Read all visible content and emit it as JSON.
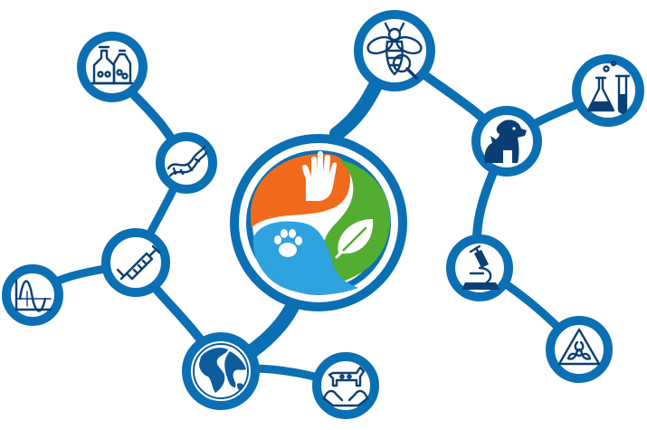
{
  "colors": {
    "network_blue": "#0b6fb3",
    "icon_navy": "#0b3f73",
    "node_white": "#ffffff",
    "segment_orange": "#f26a1b",
    "segment_green": "#53ad31",
    "segment_blue": "#2fa3e0",
    "globe_land": "#0b5d9e",
    "globe_sea": "#ffffff"
  },
  "hub": {
    "segments": [
      {
        "name": "human",
        "icon": "hand-icon",
        "color": "#f26a1b"
      },
      {
        "name": "environment",
        "icon": "leaf-icon",
        "color": "#53ad31"
      },
      {
        "name": "animal",
        "icon": "paw-icon",
        "color": "#2fa3e0"
      }
    ]
  },
  "nodes": [
    {
      "id": "factory",
      "icon": "factory-icon"
    },
    {
      "id": "dna",
      "icon": "dna-icon"
    },
    {
      "id": "syringe",
      "icon": "syringe-icon"
    },
    {
      "id": "waveform",
      "icon": "waveform-icon"
    },
    {
      "id": "globe",
      "icon": "globe-icon"
    },
    {
      "id": "livestock",
      "icon": "livestock-hands-icon"
    },
    {
      "id": "bee",
      "icon": "bee-magnifier-icon"
    },
    {
      "id": "flask",
      "icon": "flask-icon"
    },
    {
      "id": "pets",
      "icon": "dog-cat-icon"
    },
    {
      "id": "microscope",
      "icon": "microscope-icon"
    },
    {
      "id": "biohazard",
      "icon": "biohazard-icon"
    }
  ]
}
